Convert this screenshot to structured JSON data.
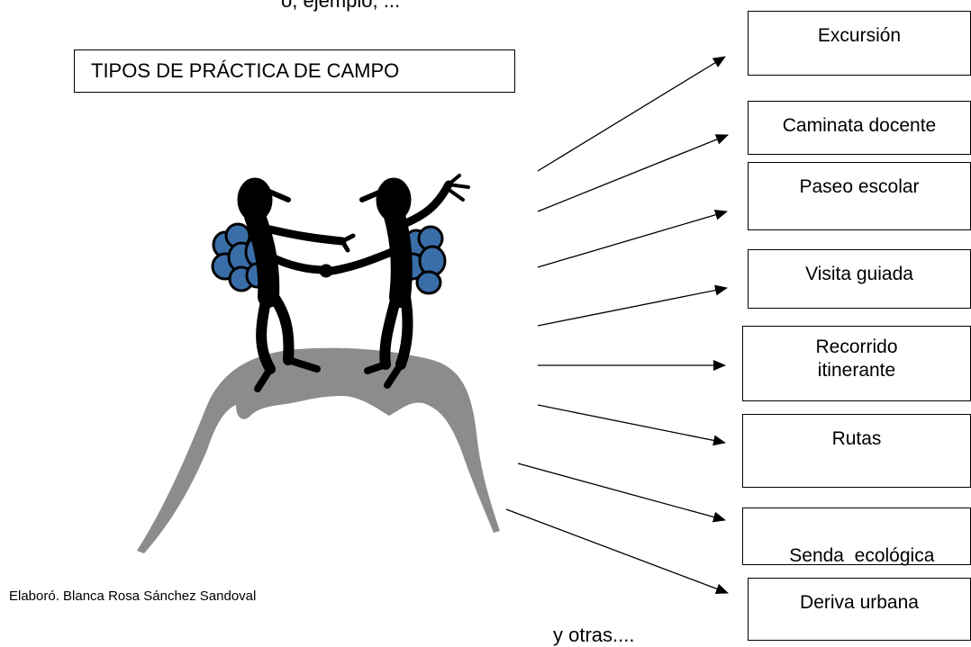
{
  "header_fragment": "o, ejemplo, ...",
  "title": "TIPOS DE PRÁCTICA DE CAMPO",
  "types": [
    "Excursión",
    "Caminata docente",
    "Paseo escolar",
    "Visita guiada",
    "Recorrido itinerante",
    "Rutas",
    "Senda  ecológica",
    "Deriva urbana"
  ],
  "credit": "Elaboró. Blanca Rosa Sánchez Sandoval",
  "others": "y otras....",
  "colors": {
    "mountain": "#8c8c8c",
    "backpack": "#3a6ea8",
    "figure": "#000000"
  },
  "illustration_icon": "hikers-on-mountain-icon"
}
